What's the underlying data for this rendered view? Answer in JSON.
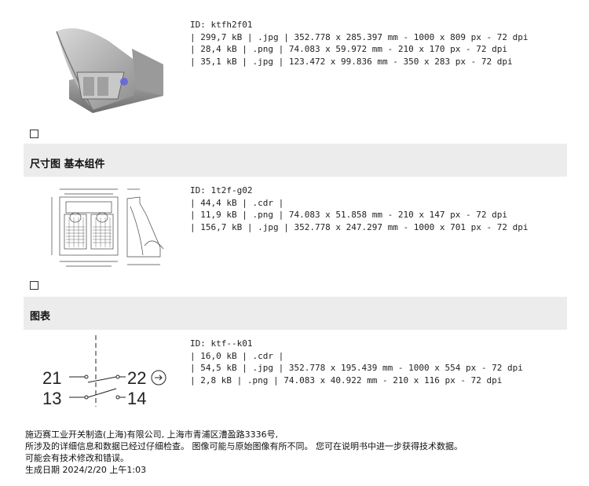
{
  "product1": {
    "id": "ID: ktfh2f01",
    "files": [
      "| 299,7 kB | .jpg | 352.778 x 285.397 mm - 1000 x 809 px - 72 dpi",
      "| 28,4 kB | .png | 74.083 x 59.972 mm - 210 x 170 px - 72 dpi",
      "| 35,1 kB | .jpg | 123.472 x 99.836 mm - 350 x 283 px - 72 dpi"
    ]
  },
  "section_dimension": {
    "title": "尺寸图 基本组件"
  },
  "product2": {
    "id": "ID: 1t2f-g02",
    "files": [
      "| 44,4 kB | .cdr |",
      "| 11,9 kB | .png | 74.083 x 51.858 mm - 210 x 147 px - 72 dpi",
      "| 156,7 kB | .jpg | 352.778 x 247.297 mm - 1000 x 701 px - 72 dpi"
    ]
  },
  "section_chart": {
    "title": "图表"
  },
  "product3": {
    "id": "ID: ktf--k01",
    "files": [
      "| 16,0 kB | .cdr |",
      "| 54,5 kB | .jpg | 352.778 x 195.439 mm - 1000 x 554 px - 72 dpi",
      "| 2,8 kB | .png | 74.083 x 40.922 mm - 210 x 116 px - 72 dpi"
    ]
  },
  "diagram": {
    "terminals": [
      "21",
      "22",
      "13",
      "14"
    ]
  },
  "footer": {
    "lines": [
      "施迈赛工业开关制造(上海)有限公司, 上海市青浦区漕盈路3336号,",
      "所涉及的详细信息和数据已经过仔细检查。 图像可能与原始图像有所不同。 您可在说明书中进一步获得技术数据。",
      "可能会有技术修改和错误。",
      "生成日期 2024/2/20 上午1:03"
    ]
  }
}
